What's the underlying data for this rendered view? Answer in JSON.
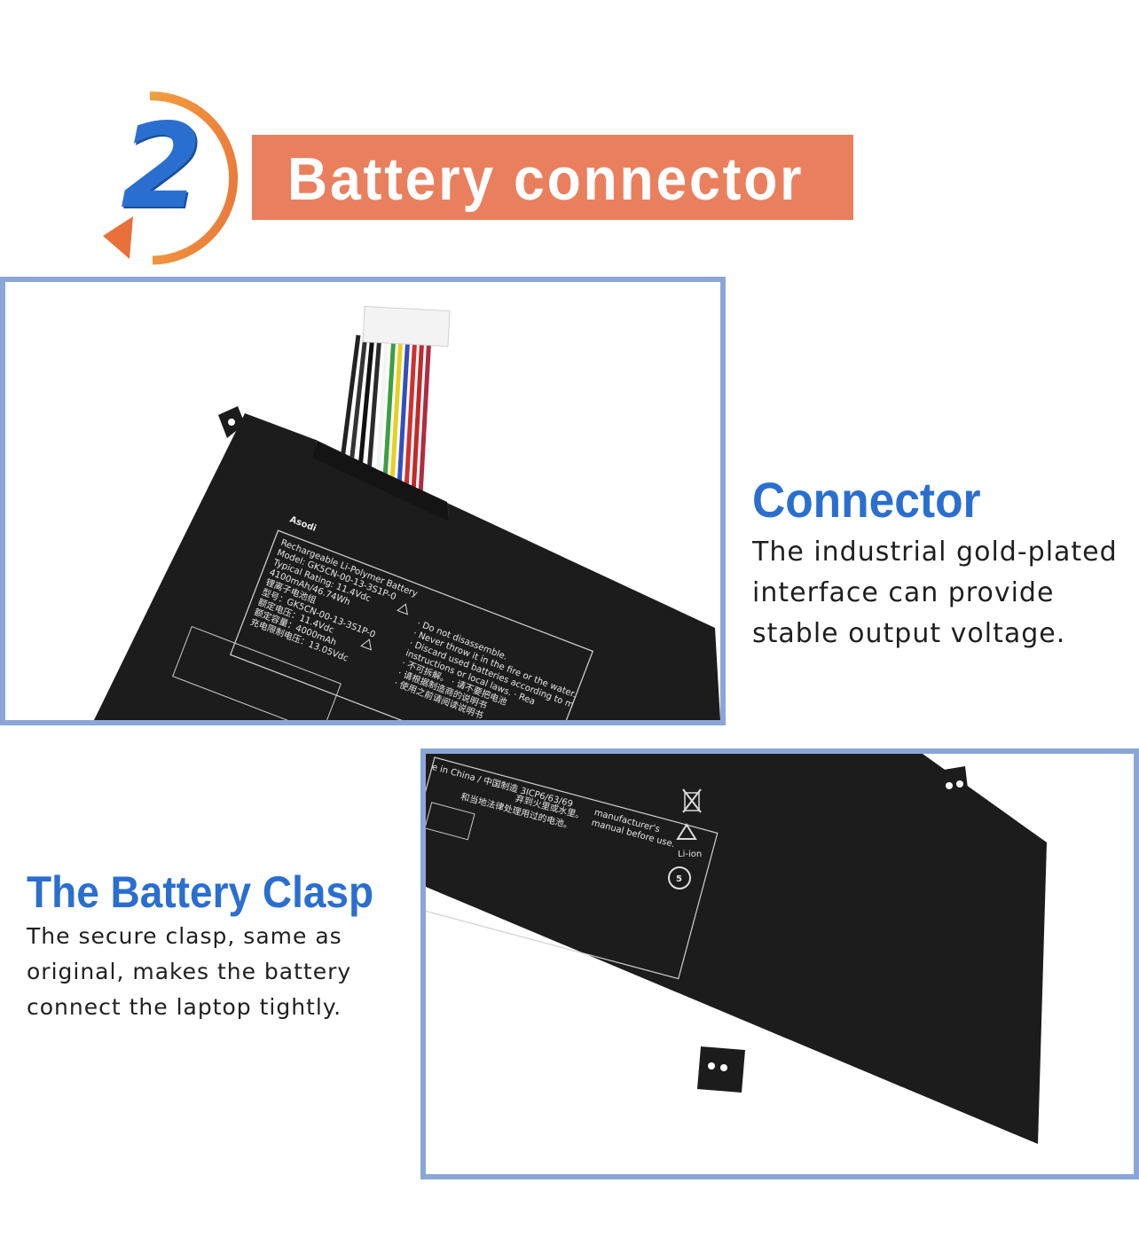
{
  "header": {
    "step_number": "2",
    "title": "Battery connector"
  },
  "connector_section": {
    "heading": "Connector",
    "body": "The industrial gold-plated interface can provide stable output voltage."
  },
  "clasp_section": {
    "heading": "The Battery Clasp",
    "body": "The secure clasp, same as original, makes the battery connect the laptop tightly."
  },
  "battery_label": {
    "brand": "Asodi",
    "lines": [
      "Rechargeable Li-Polymer Battery",
      "Model: GK5CN-00-13-3S1P-0",
      "Typical Rating: 11.4Vdc",
      "4100mAh/46.74Wh",
      "锂离子电池组",
      "型号：GK5CN-00-13-3S1P-0",
      "额定电压：11.4Vdc",
      "额定容量：4000mAh",
      "充电限制电压：13.05Vdc"
    ],
    "warnings": [
      "· Do not disassemble.",
      "· Never throw it in the fire or the water.",
      "· Discard used batteries according to m",
      "instructions or local laws.  · Rea",
      "· 不可拆解。 · 请不要把电池",
      "· 请根据制造商的说明书",
      "· 使用之前请阅读说明书"
    ],
    "footer_lines": [
      "manufacturer's",
      "manual before use.",
      "弃到火里或水里。",
      "和当地法律处理用过的电池。",
      "e in China / 中国制造    3ICP6/63/69"
    ],
    "cell_code": "3ICP6/63/69",
    "recycle_label": "Li-ion",
    "eco_number": "5"
  },
  "colors": {
    "accent_blue": "#2a6fcf",
    "title_bar": "#ea7f5e",
    "frame_border": "#8ba6d6",
    "badge_arc": "#f0a040"
  }
}
